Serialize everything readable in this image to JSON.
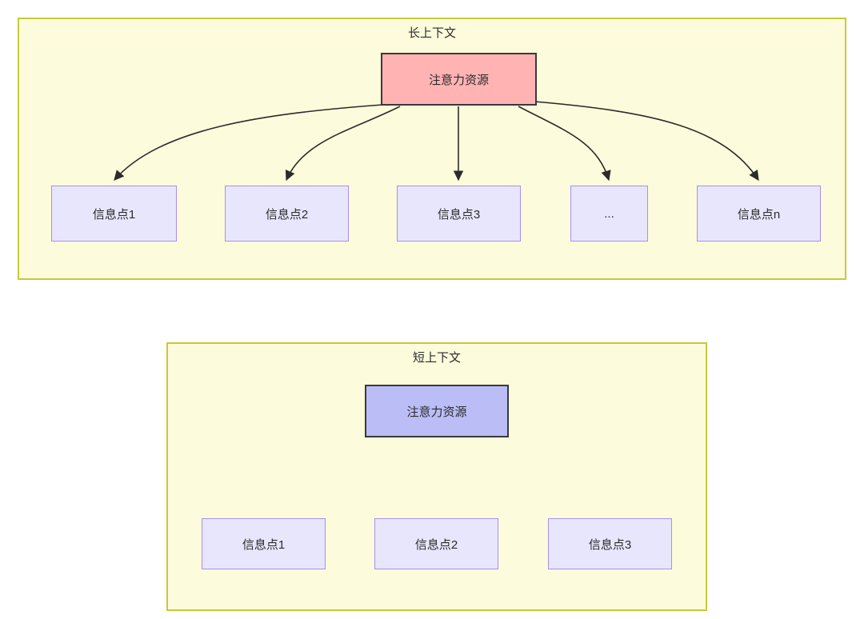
{
  "diagram": {
    "title_semantic": "attention-resource-distribution-long-vs-short-context",
    "background_color": "#ffffff",
    "panel_fill": "#fcfcdc",
    "panel_border": "#c8c83c",
    "edge_color": "#2b2b2b",
    "panels": [
      {
        "id": "long-context",
        "title": "长上下文",
        "root": {
          "label": "注意力资源",
          "fill": "#ffb3b3",
          "border": "#39393b"
        },
        "leaves": [
          {
            "label": "信息点1",
            "fill": "#e8e6fd",
            "border": "#a98ef0"
          },
          {
            "label": "信息点2",
            "fill": "#e8e6fd",
            "border": "#a98ef0"
          },
          {
            "label": "信息点3",
            "fill": "#e8e6fd",
            "border": "#a98ef0"
          },
          {
            "label": "...",
            "fill": "#e8e6fd",
            "border": "#a98ef0"
          },
          {
            "label": "信息点n",
            "fill": "#e8e6fd",
            "border": "#a98ef0"
          }
        ]
      },
      {
        "id": "short-context",
        "title": "短上下文",
        "root": {
          "label": "注意力资源",
          "fill": "#bbbdf6",
          "border": "#39393b"
        },
        "leaves": [
          {
            "label": "信息点1",
            "fill": "#e8e6fd",
            "border": "#a98ef0"
          },
          {
            "label": "信息点2",
            "fill": "#e8e6fd",
            "border": "#a98ef0"
          },
          {
            "label": "信息点3",
            "fill": "#e8e6fd",
            "border": "#a98ef0"
          }
        ]
      }
    ]
  }
}
